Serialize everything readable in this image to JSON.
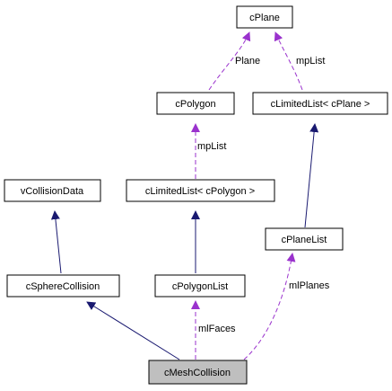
{
  "nodes": {
    "cPlane": "cPlane",
    "cPolygon": "cPolygon",
    "cLimitedList_cPlane": "cLimitedList< cPlane >",
    "cLimitedList_cPolygon": "cLimitedList< cPolygon >",
    "vCollisionData": "vCollisionData",
    "cPlaneList": "cPlaneList",
    "cSphereCollision": "cSphereCollision",
    "cPolygonList": "cPolygonList",
    "cMeshCollision": "cMeshCollision"
  },
  "edge_labels": {
    "plane": "Plane",
    "mpList_plane": "mpList",
    "mpList_polygon": "mpList",
    "mlPlanes": "mlPlanes",
    "mlFaces": "mlFaces"
  },
  "colors": {
    "inheritance": "#191970",
    "usage": "#9a32cd",
    "highlight_fill": "#bfbfbf",
    "node_border": "#000000"
  }
}
